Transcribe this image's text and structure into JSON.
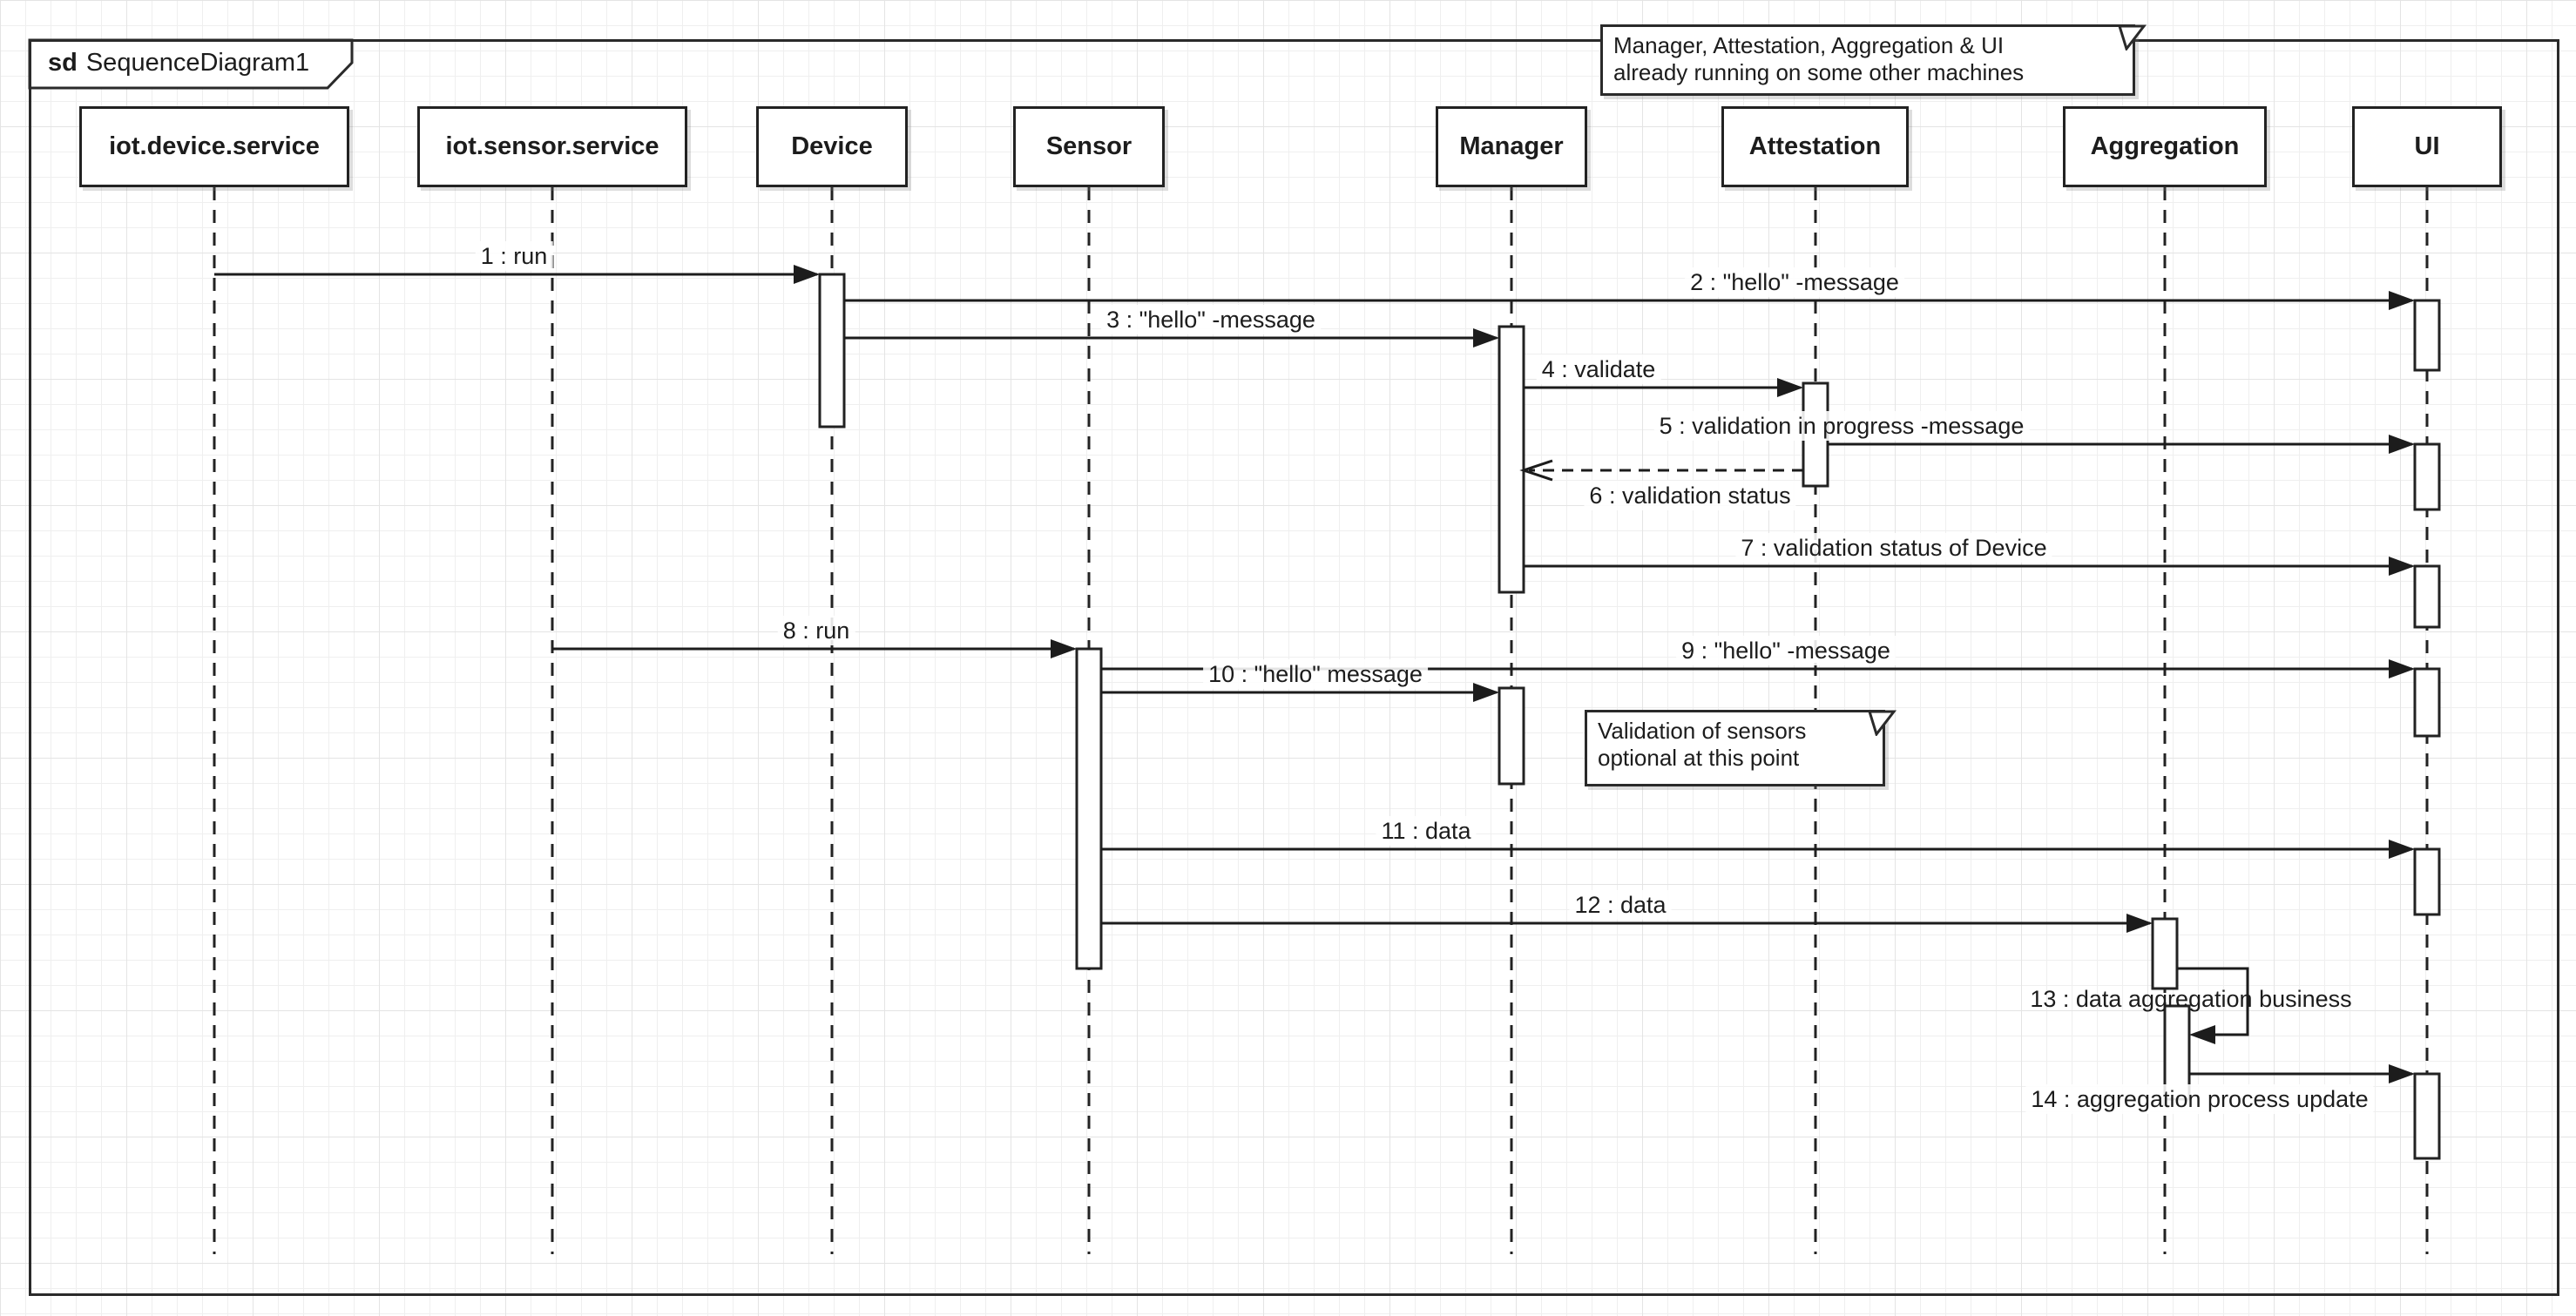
{
  "diagram": {
    "frame_keyword": "sd",
    "frame_name": "SequenceDiagram1",
    "type": "uml-sequence-diagram"
  },
  "participants": [
    {
      "name": "iot.device.service"
    },
    {
      "name": "iot.sensor.service"
    },
    {
      "name": "Device"
    },
    {
      "name": "Sensor"
    },
    {
      "name": "Manager"
    },
    {
      "name": "Attestation"
    },
    {
      "name": "Aggregation"
    },
    {
      "name": "UI"
    }
  ],
  "messages": [
    {
      "label": "1 : run",
      "from": "iot.device.service",
      "to": "Device",
      "style": "sync"
    },
    {
      "label": "2 : \"hello\" -message",
      "from": "Device",
      "to": "UI",
      "style": "sync"
    },
    {
      "label": "3 : \"hello\" -message",
      "from": "Device",
      "to": "Manager",
      "style": "sync"
    },
    {
      "label": "4 : validate",
      "from": "Manager",
      "to": "Attestation",
      "style": "sync"
    },
    {
      "label": "5 : validation in progress -message",
      "from": "Attestation",
      "to": "UI",
      "style": "sync"
    },
    {
      "label": "6 : validation status",
      "from": "Attestation",
      "to": "Manager",
      "style": "reply-dashed"
    },
    {
      "label": "7 : validation status of Device",
      "from": "Manager",
      "to": "UI",
      "style": "sync"
    },
    {
      "label": "8 : run",
      "from": "iot.sensor.service",
      "to": "Sensor",
      "style": "sync"
    },
    {
      "label": "9 : \"hello\" -message",
      "from": "Sensor",
      "to": "UI",
      "style": "sync"
    },
    {
      "label": "10 : \"hello\"  message",
      "from": "Sensor",
      "to": "Manager",
      "style": "sync"
    },
    {
      "label": "11 : data",
      "from": "Sensor",
      "to": "UI",
      "style": "sync"
    },
    {
      "label": "12 : data",
      "from": "Sensor",
      "to": "Aggregation",
      "style": "sync"
    },
    {
      "label": "13 : data aggregation business",
      "from": "Aggregation",
      "to": "Aggregation",
      "style": "self"
    },
    {
      "label": "14 : aggregation process update",
      "from": "Aggregation",
      "to": "UI",
      "style": "sync"
    }
  ],
  "notes": [
    {
      "lines": [
        "Manager, Attestation, Aggregation & UI",
        "already running on some other machines"
      ]
    },
    {
      "lines": [
        "Validation of sensors",
        "optional at this point"
      ]
    }
  ],
  "colors": {
    "line": "#222222",
    "fill": "#ffffff",
    "grid": "#e4e4e4",
    "shadow": "#c8c8c8"
  }
}
